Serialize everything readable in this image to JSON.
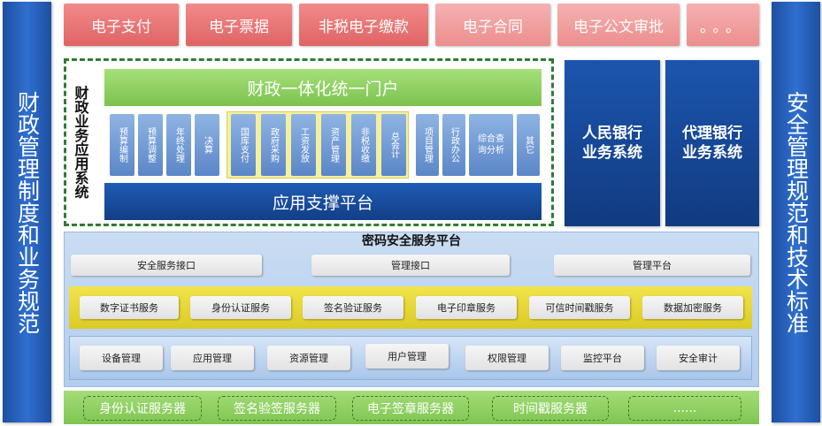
{
  "left_column": {
    "label": "财政管理制度和业务规范"
  },
  "right_column": {
    "label": "安全管理规范和技术标准"
  },
  "top_row": [
    "电子支付",
    "电子票据",
    "非税电子缴款",
    "电子合同",
    "电子公文审批",
    "。。。"
  ],
  "business_system": {
    "label": "财政业务应用系统",
    "portal": "财政一体化统一门户",
    "support_platform": "应用支撑平台",
    "modules_group1": [
      "预算编制",
      "预算调整",
      "年终处理",
      "决算"
    ],
    "modules_group2": [
      "国库支付",
      "政府采购",
      "工资发放",
      "资产管理",
      "非税收缴",
      "总会计"
    ],
    "modules_group3": [
      "项目管理",
      "行政办公",
      "综合查询分析",
      "其它"
    ]
  },
  "banks": [
    {
      "line1": "人民银行",
      "line2": "业务系统"
    },
    {
      "line1": "代理银行",
      "line2": "业务系统"
    }
  ],
  "crypto_platform": {
    "title": "密码安全服务平台",
    "interfaces": [
      "安全服务接口",
      "管理接口",
      "管理平台"
    ],
    "services": [
      "数字证书服务",
      "身份认证服务",
      "签名验证服务",
      "电子印章服务",
      "可信时间戳服务",
      "数据加密服务"
    ],
    "management": [
      "设备管理",
      "应用管理",
      "资源管理",
      "用户管理",
      "权限管理",
      "监控平台",
      "安全审计"
    ]
  },
  "servers": [
    "身份认证服务器",
    "签名验签服务器",
    "电子签章服务器",
    "时间戳服务器",
    "......"
  ]
}
